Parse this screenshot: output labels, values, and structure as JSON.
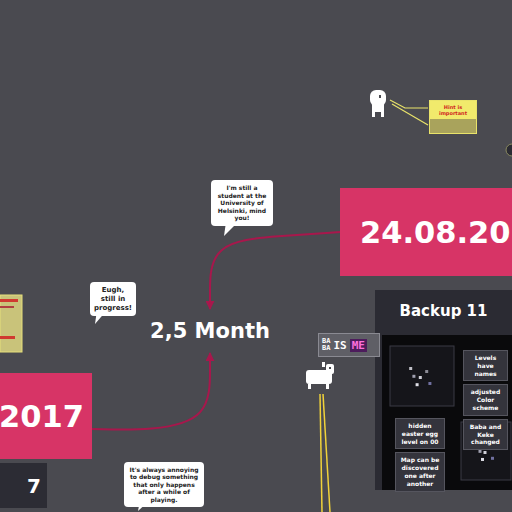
{
  "diagram": {
    "nodes": [
      {
        "text": [
          "24.08.20"
        ]
      },
      {
        "text": [
          "2017"
        ]
      },
      {
        "text": [
          "7"
        ]
      },
      {
        "text": [
          "2,5 Month"
        ]
      },
      {
        "text": [
          "I'm still a student at the University of Helsinki, mind you!"
        ]
      },
      {
        "text": [
          "Eugh, still in progress!"
        ]
      },
      {
        "text": [
          "It's always annoying to debug something that only happens after a while of playing."
        ]
      },
      {
        "text": [
          "Backup 11"
        ]
      },
      {
        "text": [
          "Levels have names"
        ],
        "in": 7
      },
      {
        "text": [
          "adjusted Color scheme"
        ],
        "in": 7
      },
      {
        "text": [
          "Baba and Keke changed"
        ],
        "in": 7
      },
      {
        "text": [
          "hidden easter egg level on 00"
        ],
        "in": 7
      },
      {
        "text": [
          "Map can be discovered one after another"
        ],
        "in": 7
      },
      {
        "text": [
          "Hint is important"
        ]
      },
      {
        "text": [
          "BABA",
          "IS",
          "ME"
        ]
      }
    ],
    "edges": [
      {
        "from": 0,
        "to": 3,
        "arrow": "to"
      },
      {
        "from": 1,
        "to": 3,
        "arrow": "to"
      }
    ]
  }
}
